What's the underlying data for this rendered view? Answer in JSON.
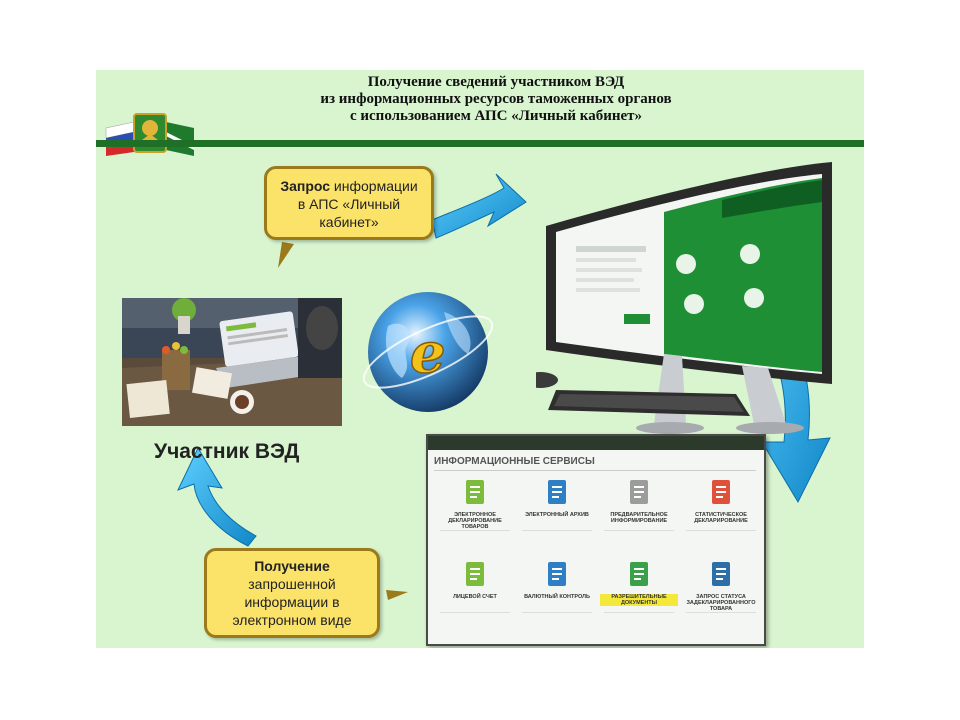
{
  "title": {
    "line1": "Получение сведений участником ВЭД",
    "line2": "из информационных  ресурсов таможенных органов",
    "line3": "с использованием АПС «Личный кабинет»"
  },
  "bubble_request": {
    "bold": "Запрос",
    "line1_rest": " информации",
    "line2": "в АПС «Личный",
    "line3": "кабинет»"
  },
  "bubble_receive": {
    "bold": "Получение",
    "line2": "запрошенной",
    "line3": "информации в",
    "line4": "электронном виде"
  },
  "participant_label": "Участник ВЭД",
  "screenshot": {
    "header": "ИНФОРМАЦИОННЫЕ СЕРВИСЫ",
    "tiles": [
      {
        "label": "ЭЛЕКТРОННОЕ ДЕКЛАРИРОВАНИЕ ТОВАРОВ",
        "icon": "document-icon",
        "color": "#7dbb3c"
      },
      {
        "label": "ЭЛЕКТРОННЫЙ АРХИВ",
        "icon": "archive-icon",
        "color": "#2f7fc4"
      },
      {
        "label": "ПРЕДВАРИТЕЛЬНОЕ ИНФОРМИРОВАНИЕ",
        "icon": "info-document-icon",
        "color": "#9c9c9c"
      },
      {
        "label": "СТАТИСТИЧЕСКОЕ ДЕКЛАРИРОВАНИЕ",
        "icon": "blocks-icon",
        "color": "#e0513c"
      },
      {
        "label": "ЛИЦЕВОЙ СЧЕТ",
        "icon": "ruble-icon",
        "color": "#7dbb3c"
      },
      {
        "label": "ВАЛЮТНЫЙ КОНТРОЛЬ",
        "icon": "currency-icon",
        "color": "#2f7fc4"
      },
      {
        "label": "РАЗРЕШИТЕЛЬНЫЕ ДОКУМЕНТЫ",
        "icon": "permit-icon",
        "color": "#3aa04a"
      },
      {
        "label": "ЗАПРОС СТАТУСА ЗАДЕКЛАРИРОВАННОГО ТОВАРА",
        "icon": "boxes-icon",
        "color": "#2f6fa8"
      }
    ]
  },
  "colors": {
    "panel": "#d8f5cf",
    "rule": "#1f6f27",
    "bubble": "#fbe36a",
    "arrow": "#2aa8e6"
  }
}
